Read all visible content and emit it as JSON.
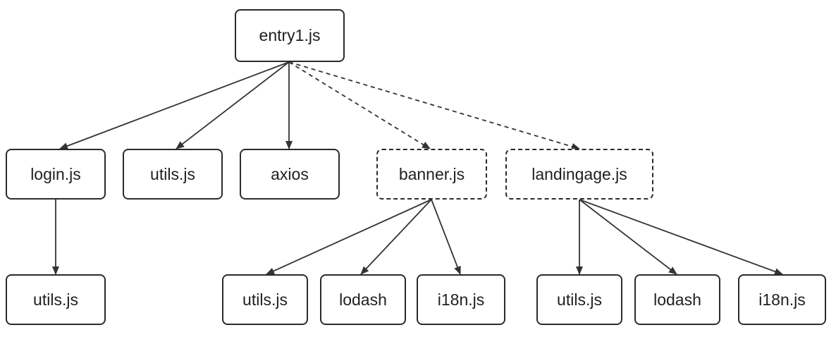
{
  "colors": {
    "border": "#2b2b2b",
    "edge": "#333333",
    "text": "#1f1f1f",
    "background": "#ffffff"
  },
  "nodes": {
    "entry": {
      "label": "entry1.js",
      "dashed": false
    },
    "login": {
      "label": "login.js",
      "dashed": false
    },
    "utils_top": {
      "label": "utils.js",
      "dashed": false
    },
    "axios": {
      "label": "axios",
      "dashed": false
    },
    "banner": {
      "label": "banner.js",
      "dashed": true
    },
    "landing": {
      "label": "landingage.js",
      "dashed": true
    },
    "login_utils": {
      "label": "utils.js",
      "dashed": false
    },
    "banner_utils": {
      "label": "utils.js",
      "dashed": false
    },
    "banner_lodash": {
      "label": "lodash",
      "dashed": false
    },
    "banner_i18n": {
      "label": "i18n.js",
      "dashed": false
    },
    "landing_utils": {
      "label": "utils.js",
      "dashed": false
    },
    "landing_lodash": {
      "label": "lodash",
      "dashed": false
    },
    "landing_i18n": {
      "label": "i18n.js",
      "dashed": false
    }
  },
  "edges": [
    {
      "from": "entry",
      "to": "login",
      "style": "solid"
    },
    {
      "from": "entry",
      "to": "utils_top",
      "style": "solid"
    },
    {
      "from": "entry",
      "to": "axios",
      "style": "solid"
    },
    {
      "from": "entry",
      "to": "banner",
      "style": "dashed"
    },
    {
      "from": "entry",
      "to": "landing",
      "style": "dashed"
    },
    {
      "from": "login",
      "to": "login_utils",
      "style": "solid"
    },
    {
      "from": "banner",
      "to": "banner_utils",
      "style": "solid"
    },
    {
      "from": "banner",
      "to": "banner_lodash",
      "style": "solid"
    },
    {
      "from": "banner",
      "to": "banner_i18n",
      "style": "solid"
    },
    {
      "from": "landing",
      "to": "landing_utils",
      "style": "solid"
    },
    {
      "from": "landing",
      "to": "landing_lodash",
      "style": "solid"
    },
    {
      "from": "landing",
      "to": "landing_i18n",
      "style": "solid"
    }
  ]
}
